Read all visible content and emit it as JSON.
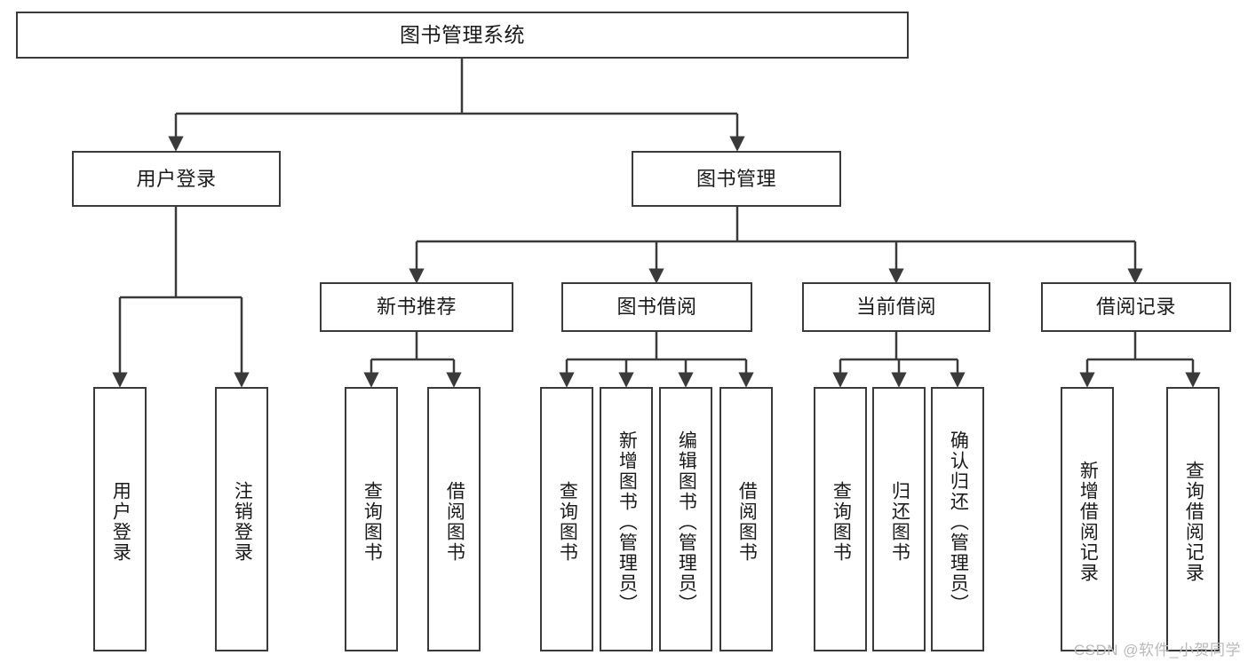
{
  "diagram": {
    "title": "图书管理系统",
    "type": "hierarchy-tree",
    "watermark": "CSDN @软件_小贺同学",
    "colors": {
      "stroke": "#3a3a3a",
      "fill": "#ffffff",
      "text": "#1a1a1a",
      "watermark": "#b9b9b9"
    },
    "levels": {
      "root": "图书管理系统",
      "level2": [
        "用户登录",
        "图书管理"
      ],
      "level3": [
        "新书推荐",
        "图书借阅",
        "当前借阅",
        "借阅记录"
      ]
    },
    "nodes": {
      "root": {
        "label": "图书管理系统"
      },
      "user_login": {
        "label": "用户登录"
      },
      "book_manage": {
        "label": "图书管理"
      },
      "new_book_rec": {
        "label": "新书推荐"
      },
      "book_borrow": {
        "label": "图书借阅"
      },
      "current_borrow": {
        "label": "当前借阅"
      },
      "borrow_record": {
        "label": "借阅记录"
      },
      "leaf_user_login": {
        "label": "用户登录"
      },
      "leaf_logout": {
        "label": "注销登录"
      },
      "leaf_query_book_1": {
        "label": "查询图书"
      },
      "leaf_borrow_book_1": {
        "label": "借阅图书"
      },
      "leaf_query_book_2": {
        "label": "查询图书"
      },
      "leaf_add_book": {
        "label": "新增图书（管理员）"
      },
      "leaf_edit_book": {
        "label": "编辑图书（管理员）"
      },
      "leaf_borrow_book_2": {
        "label": "借阅图书"
      },
      "leaf_query_book_3": {
        "label": "查询图书"
      },
      "leaf_return_book": {
        "label": "归还图书"
      },
      "leaf_confirm_return": {
        "label": "确认归还（管理员）"
      },
      "leaf_add_record": {
        "label": "新增借阅记录"
      },
      "leaf_query_record": {
        "label": "查询借阅记录"
      }
    }
  }
}
